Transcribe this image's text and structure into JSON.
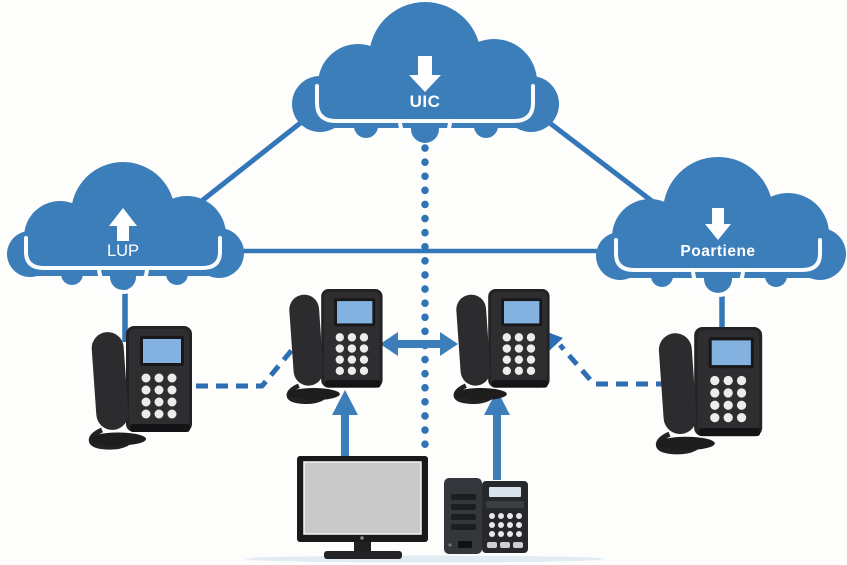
{
  "diagram_type": "voip-network-topology",
  "clouds": [
    {
      "label": "UIC",
      "icon": "download-arrow-icon"
    },
    {
      "label": "LUP",
      "icon": "upload-arrow-icon"
    },
    {
      "label": "Poartiene",
      "icon": "download-arrow-icon"
    }
  ],
  "devices": {
    "left_phone": "desk-phone",
    "center_left_phone": "desk-phone",
    "center_right_phone": "desk-phone",
    "right_phone": "desk-phone",
    "monitor": "computer-monitor",
    "terminal": "keypad-terminal"
  },
  "connections": [
    {
      "from": "UIC",
      "to": "LUP",
      "style": "solid"
    },
    {
      "from": "UIC",
      "to": "Poartiene",
      "style": "solid"
    },
    {
      "from": "LUP",
      "to": "Poartiene",
      "style": "solid"
    },
    {
      "from": "UIC",
      "to": "bottom-center",
      "style": "dotted-vertical"
    },
    {
      "from": "LUP",
      "to": "left_phone",
      "style": "solid"
    },
    {
      "from": "Poartiene",
      "to": "right_phone",
      "style": "solid"
    },
    {
      "from": "left_phone",
      "to": "center_left_phone",
      "style": "dashed-arrow"
    },
    {
      "from": "right_phone",
      "to": "center_right_phone",
      "style": "dashed-arrow"
    },
    {
      "from": "center_left_phone",
      "to": "center_right_phone",
      "style": "double-arrow"
    },
    {
      "from": "monitor",
      "to": "center_left_phone",
      "style": "solid-arrow-up"
    },
    {
      "from": "terminal",
      "to": "center_right_phone",
      "style": "solid-arrow-up"
    }
  ],
  "colors": {
    "cloud_blue": "#3b7eba",
    "line_blue": "#3377b8",
    "dash_blue": "#2d6db3",
    "phone_screen": "#83b1e0",
    "monitor_screen": "#c9c9c9",
    "device_black": "#232326",
    "background": "#fdfdfb"
  }
}
